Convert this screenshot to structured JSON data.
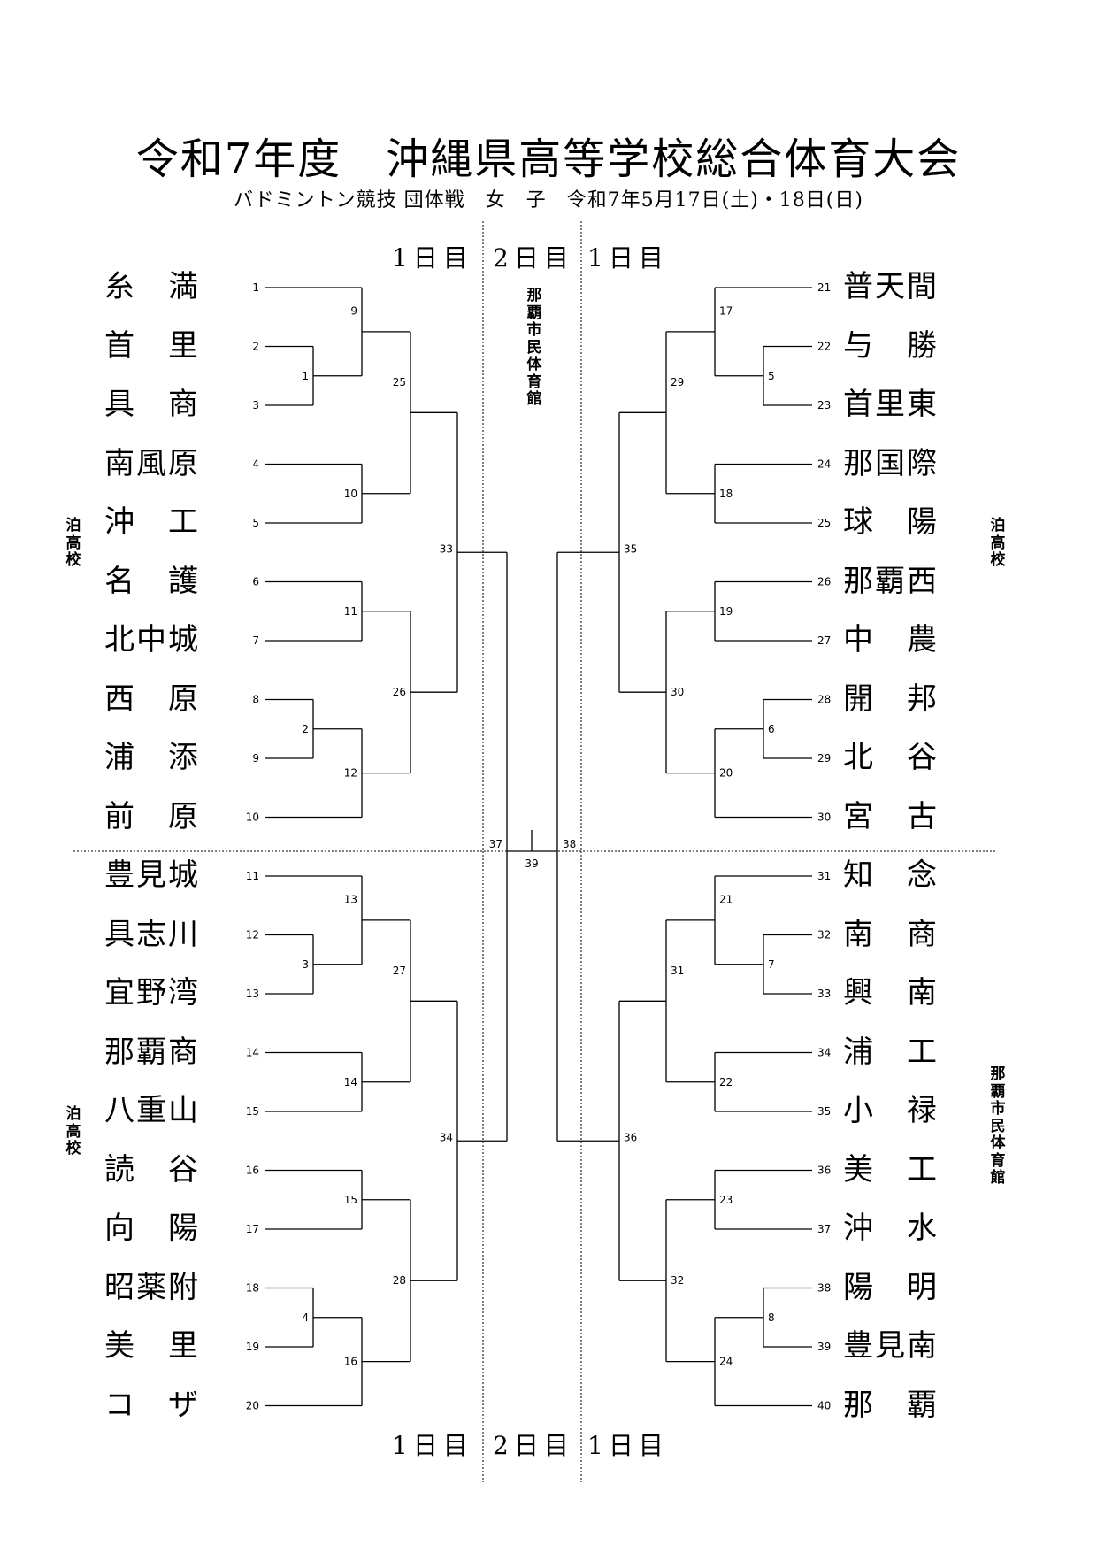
{
  "title": "令和7年度　沖縄県高等学校総合体育大会",
  "subtitle": "バドミントン競技 団体戦　女　子　令和7年5月17日(土)・18日(日)",
  "day_labels": {
    "day1_left": "1日目",
    "day2": "2日目",
    "day1_right": "1日目"
  },
  "venues": {
    "left_top": "泊高校",
    "left_bottom": "泊高校",
    "center_top": "那覇市民体育館",
    "right_top": "泊高校",
    "right_bottom": "那覇市民体育館"
  },
  "teams_left": [
    "糸　満",
    "首　里",
    "具　商",
    "南風原",
    "沖　工",
    "名　護",
    "北中城",
    "西　原",
    "浦　添",
    "前　原",
    "豊見城",
    "具志川",
    "宜野湾",
    "那覇商",
    "八重山",
    "読　谷",
    "向　陽",
    "昭薬附",
    "美　里",
    "コ　ザ"
  ],
  "teams_right": [
    "普天間",
    "与　勝",
    "首里東",
    "那国際",
    "球　陽",
    "那覇西",
    "中　農",
    "開　邦",
    "北　谷",
    "宮　古",
    "知　念",
    "南　商",
    "興　南",
    "浦　工",
    "小　禄",
    "美　工",
    "沖　水",
    "陽　明",
    "豊見南",
    "那　覇"
  ],
  "seeds_left": [
    "1",
    "2",
    "3",
    "4",
    "5",
    "6",
    "7",
    "8",
    "9",
    "10",
    "11",
    "12",
    "13",
    "14",
    "15",
    "16",
    "17",
    "18",
    "19",
    "20"
  ],
  "seeds_right": [
    "21",
    "22",
    "23",
    "24",
    "25",
    "26",
    "27",
    "28",
    "29",
    "30",
    "31",
    "32",
    "33",
    "34",
    "35",
    "36",
    "37",
    "38",
    "39",
    "40"
  ],
  "match_numbers": {
    "left_top": [
      "9",
      "1",
      "25",
      "10",
      "33",
      "11",
      "26",
      "2",
      "12"
    ],
    "left_bottom": [
      "13",
      "3",
      "27",
      "14",
      "34",
      "15",
      "28",
      "4",
      "16"
    ],
    "right_top": [
      "17",
      "5",
      "29",
      "18",
      "35",
      "19",
      "30",
      "6",
      "20"
    ],
    "right_bottom": [
      "21",
      "7",
      "31",
      "22",
      "36",
      "23",
      "32",
      "8",
      "24"
    ],
    "semis_left": "37",
    "semis_right": "38",
    "final": "39"
  }
}
